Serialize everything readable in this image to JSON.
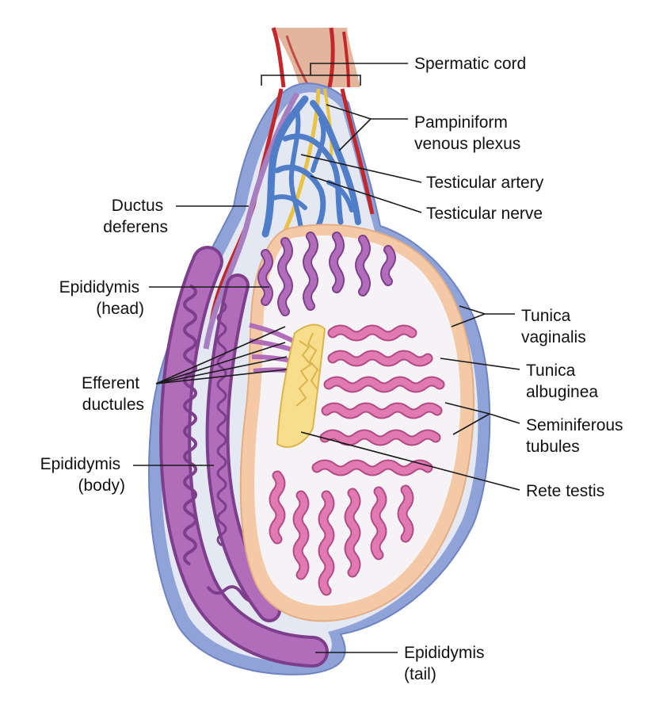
{
  "labels": {
    "spermatic_cord": [
      "Spermatic cord"
    ],
    "pampiniform": [
      "Pampiniform",
      "venous plexus"
    ],
    "testicular_artery": [
      "Testicular artery"
    ],
    "testicular_nerve": [
      "Testicular nerve"
    ],
    "ductus_deferens": [
      "Ductus",
      "deferens"
    ],
    "epididymis_head": [
      "Epididymis",
      "(head)"
    ],
    "efferent_ductules": [
      "Efferent",
      "ductules"
    ],
    "epididymis_body": [
      "Epididymis",
      "(body)"
    ],
    "tunica_vaginalis": [
      "Tunica",
      "vaginalis"
    ],
    "tunica_albuginea": [
      "Tunica",
      "albuginea"
    ],
    "seminiferous_tubules": [
      "Seminiferous",
      "tubules"
    ],
    "rete_testis": [
      "Rete testis"
    ],
    "epididymis_tail": [
      "Epididymis",
      "(tail)"
    ]
  },
  "colors": {
    "tunica_vaginalis": "#8fa3d8",
    "cavity": "#e4e8f3",
    "tunica_albuginea": "#f3c9a6",
    "testis_interior": "#f6f3f7",
    "epididymis": "#b16cba",
    "epididymis_dark": "#7d3e8c",
    "seminiferous": "#e07ab0",
    "seminiferous_dark": "#b24a86",
    "rete": "#f8dd8a",
    "artery": "#c3272b",
    "vein": "#4f7dc7",
    "nerve": "#e9c143",
    "cord_skin": "#e3b59c",
    "leader_line": "#1a1a1a"
  }
}
